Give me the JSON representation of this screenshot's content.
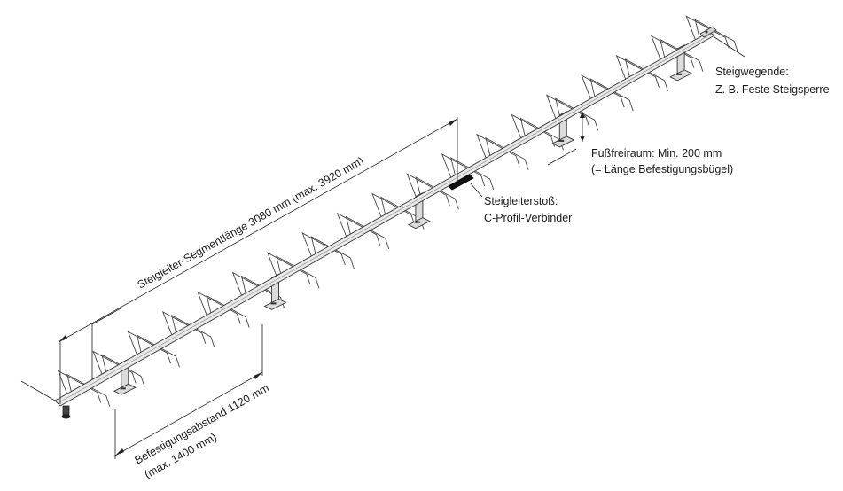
{
  "labels": {
    "segment_length": "Steigleiter-Segmentlänge 3080 mm (max. 3920 mm)",
    "end_line1": "Steigwegende:",
    "end_line2": "Z. B. Feste Steigsperre",
    "foot_line1": "Fußfreiraum: Min. 200 mm",
    "foot_line2": "(= Länge Befestigungsbügel)",
    "joint_line1": "Steigleiterstoß:",
    "joint_line2": "C-Profil-Verbinder",
    "spacing_line1": "Befestigungsabstand 1120 mm",
    "spacing_line2": "(max. 1400 mm)"
  }
}
